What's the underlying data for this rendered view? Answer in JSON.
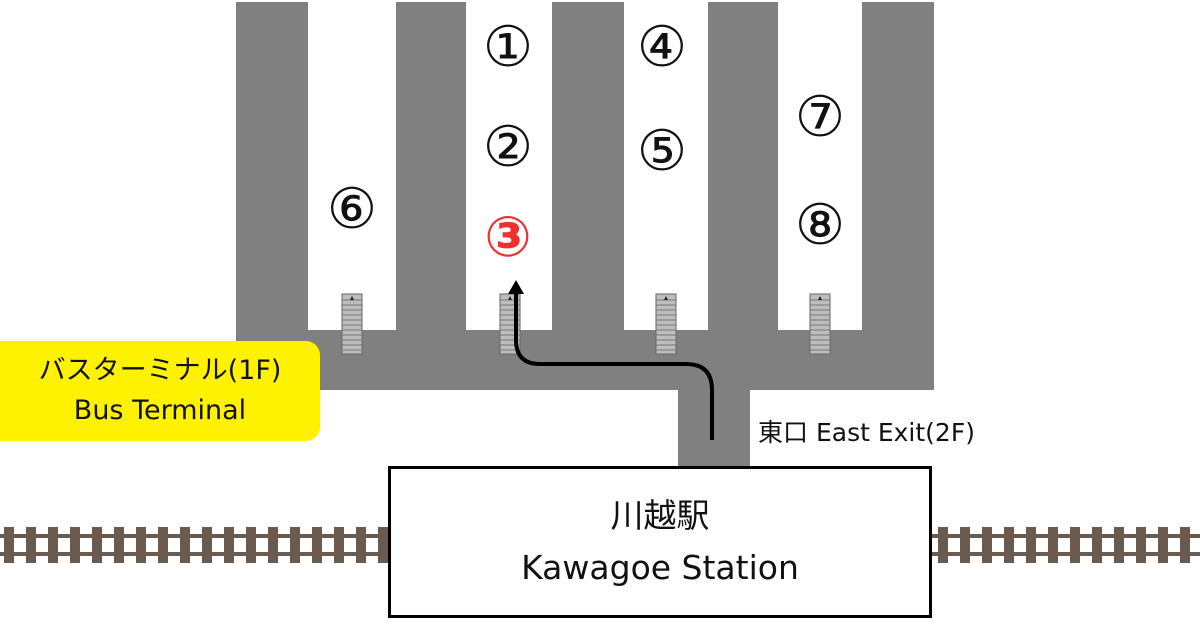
{
  "map": {
    "bus_terminal": {
      "ja": "バスターミナル(1F)",
      "en": "Bus Terminal"
    },
    "east_exit": "東口 East Exit(2F)",
    "station": {
      "ja": "川越駅",
      "en": "Kawagoe Station"
    },
    "stops": [
      {
        "label": "①",
        "highlighted": false
      },
      {
        "label": "②",
        "highlighted": false
      },
      {
        "label": "③",
        "highlighted": true
      },
      {
        "label": "④",
        "highlighted": false
      },
      {
        "label": "⑤",
        "highlighted": false
      },
      {
        "label": "⑥",
        "highlighted": false
      },
      {
        "label": "⑦",
        "highlighted": false
      },
      {
        "label": "⑧",
        "highlighted": false
      }
    ],
    "colors": {
      "walkway": "#808080",
      "bus_label_bg": "#fff200",
      "highlight": "#f03030",
      "route_arrow": "#000000",
      "rail": "#6b5a4e"
    }
  }
}
